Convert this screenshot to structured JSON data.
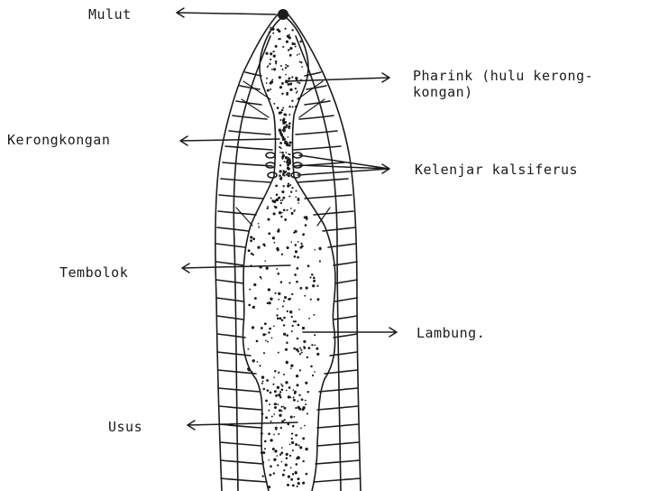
{
  "labels": {
    "mouth": "Mulut",
    "pharynx_line1": "Pharink (hulu kerong-",
    "pharynx_line2": "kongan)",
    "esophagus": "Kerongkongan",
    "calciferous_glands": "Kelenjar kalsiferus",
    "crop": "Tembolok",
    "gizzard": "Lambung.",
    "intestine": "Usus"
  },
  "colors": {
    "ink": "#1b1b1b",
    "background": "#ffffff"
  }
}
